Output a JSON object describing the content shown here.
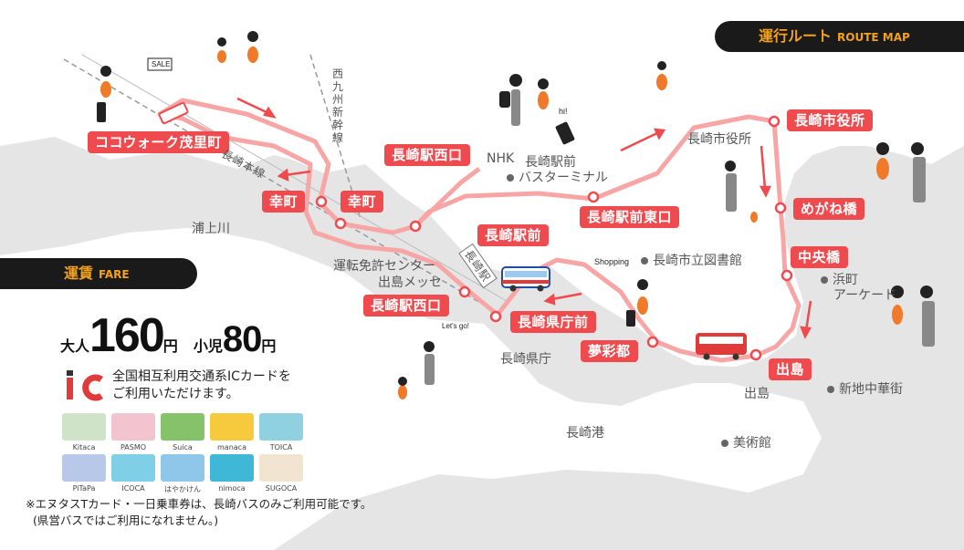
{
  "route_header": {
    "title": "運行ルート",
    "subtitle": "ROUTE MAP"
  },
  "fare_header": {
    "title": "運賃",
    "subtitle": "FARE"
  },
  "fare": {
    "adult_label": "大人",
    "adult_price": "160",
    "yen": "円",
    "child_label": "小児",
    "child_price": "80"
  },
  "ic_card": {
    "line1": "全国相互利用交通系ICカードを",
    "line2": "ご利用いただけます。"
  },
  "cards": [
    {
      "name": "Kitaca",
      "color": "#cfe3c8"
    },
    {
      "name": "PASMO",
      "color": "#f2c4cf"
    },
    {
      "name": "Suica",
      "color": "#86c26a"
    },
    {
      "name": "manaca",
      "color": "#f7c93d"
    },
    {
      "name": "TOICA",
      "color": "#8fd1e0"
    },
    {
      "name": "PiTaPa",
      "color": "#b8c8e8"
    },
    {
      "name": "ICOCA",
      "color": "#7fd0e6"
    },
    {
      "name": "はやかけん",
      "color": "#8ec7ea"
    },
    {
      "name": "nimoca",
      "color": "#3fb7d6"
    },
    {
      "name": "SUGOCA",
      "color": "#f1e4d0"
    }
  ],
  "note": {
    "line1": "※エヌタスTカード・一日乗車券は、長崎バスのみご利用可能です。",
    "line2": "(県営バスではご利用になれません。)"
  },
  "stops": {
    "cocowalk": "ココウォーク茂里町",
    "saiwai1": "幸町",
    "saiwai2": "幸町",
    "nagasaki_west1": "長崎駅西口",
    "nagasaki_west2": "長崎駅西口",
    "nagasaki_mae": "長崎駅前",
    "nagasaki_east": "長崎駅前東口",
    "kencho": "長崎県庁前",
    "yumesaito": "夢彩都",
    "shiyakusho": "長崎市役所",
    "meganebashi": "めがね橋",
    "chuobashi": "中央橋",
    "dejima": "出島"
  },
  "places": {
    "nhk": "NHK",
    "bus_terminal_1": "長崎駅前",
    "bus_terminal_2": "バスターミナル",
    "license_center": "運転免許センター",
    "dejima_messe": "出島メッセ",
    "kencho": "長崎県庁",
    "port": "長崎港",
    "museum": "美術館",
    "city_office": "長崎市役所",
    "library": "長崎市立図書館",
    "hamanomachi_1": "浜町",
    "hamanomachi_2": "アーケード",
    "dejima": "出島",
    "chinatown": "新地中華街"
  },
  "rail": {
    "shinkansen": "西九州新幹線",
    "honsen": "長崎本線",
    "station": "長崎駅"
  },
  "water": {
    "urakami": "浦上川"
  },
  "illustration_text": {
    "sale": "SALE",
    "hi": "hi!",
    "shopping": "Shopping",
    "lets_go": "Let's go!"
  },
  "colors": {
    "route": "#f7a5a5",
    "stop": "#ef4b4f",
    "header_bg": "#1a1a1a",
    "accent": "#f4a11e",
    "land": "#e6e6e6"
  }
}
